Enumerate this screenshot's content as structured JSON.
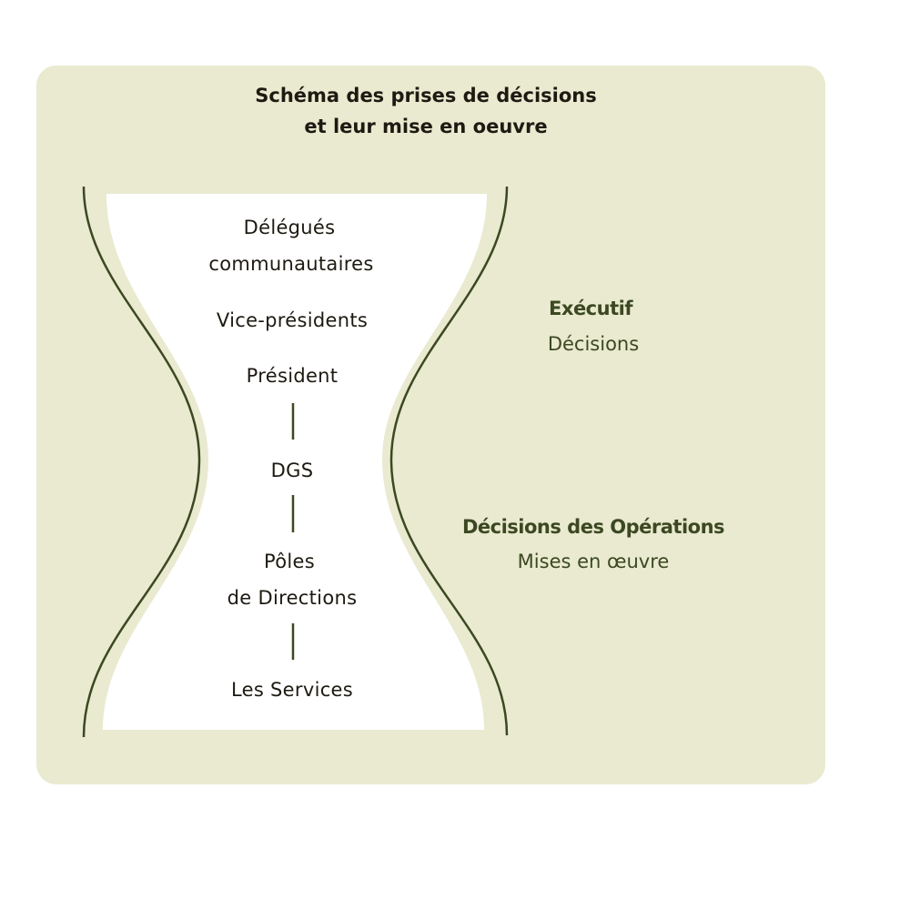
{
  "title": {
    "line1": "Schéma des prises de décisions",
    "line2": "et leur mise en oeuvre"
  },
  "hierarchy": {
    "delegues_line1": "Délégués",
    "delegues_line2": "communautaires",
    "vice_presidents": "Vice-présidents",
    "president": "Président",
    "dgs": "DGS",
    "poles_line1": "Pôles",
    "poles_line2": "de Directions",
    "services": "Les Services"
  },
  "annotations": {
    "executif_title": "Exécutif",
    "executif_sub": "Décisions",
    "operations_title": "Décisions des Opérations",
    "operations_sub": "Mises en œuvre"
  },
  "colors": {
    "background": "#e9ead0",
    "accent": "#3c4822",
    "text": "#1e1a12"
  }
}
